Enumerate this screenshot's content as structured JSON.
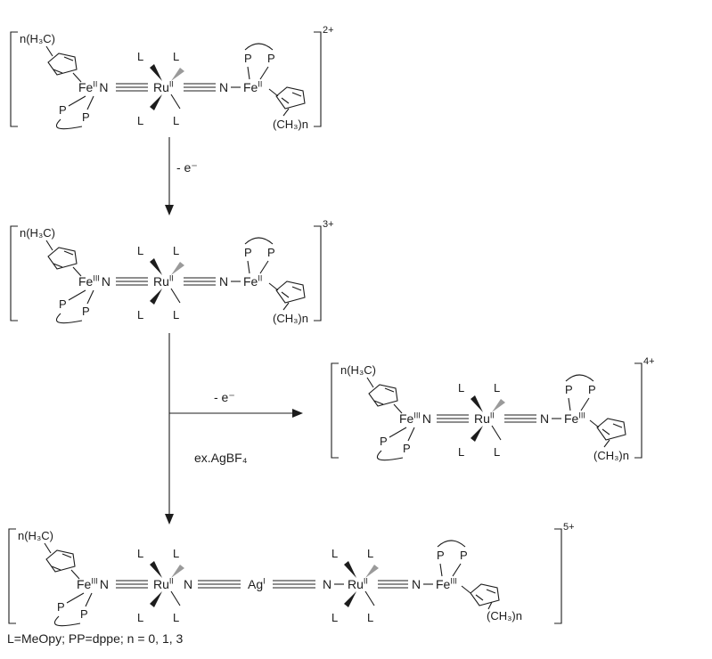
{
  "legend": "L=MeOpy; PP=dppe; n = 0, 1, 3",
  "arrows": {
    "step1": "- e⁻",
    "step2": "- e⁻",
    "step3": "ex.AgBF₄"
  },
  "labels": {
    "L": "L",
    "P": "P",
    "N": "N",
    "cp_left": "n(H₃C)",
    "cp_right": "(CH₃)n"
  },
  "s1": {
    "charge": "2+",
    "fe_left": "Fe",
    "fe_left_ox": "II",
    "ru": "Ru",
    "ru_ox": "II",
    "fe_right": "Fe",
    "fe_right_ox": "II"
  },
  "s2": {
    "charge": "3+",
    "fe_left": "Fe",
    "fe_left_ox": "III",
    "ru": "Ru",
    "ru_ox": "II",
    "fe_right": "Fe",
    "fe_right_ox": "II"
  },
  "s3": {
    "charge": "4+",
    "fe_left": "Fe",
    "fe_left_ox": "III",
    "ru": "Ru",
    "ru_ox": "II",
    "fe_right": "Fe",
    "fe_right_ox": "III"
  },
  "s4": {
    "charge": "5+",
    "fe_left": "Fe",
    "fe_left_ox": "III",
    "ru1": "Ru",
    "ru1_ox": "II",
    "ag": "Ag",
    "ag_ox": "I",
    "ru2": "Ru",
    "ru2_ox": "II",
    "fe_right": "Fe",
    "fe_right_ox": "III"
  }
}
